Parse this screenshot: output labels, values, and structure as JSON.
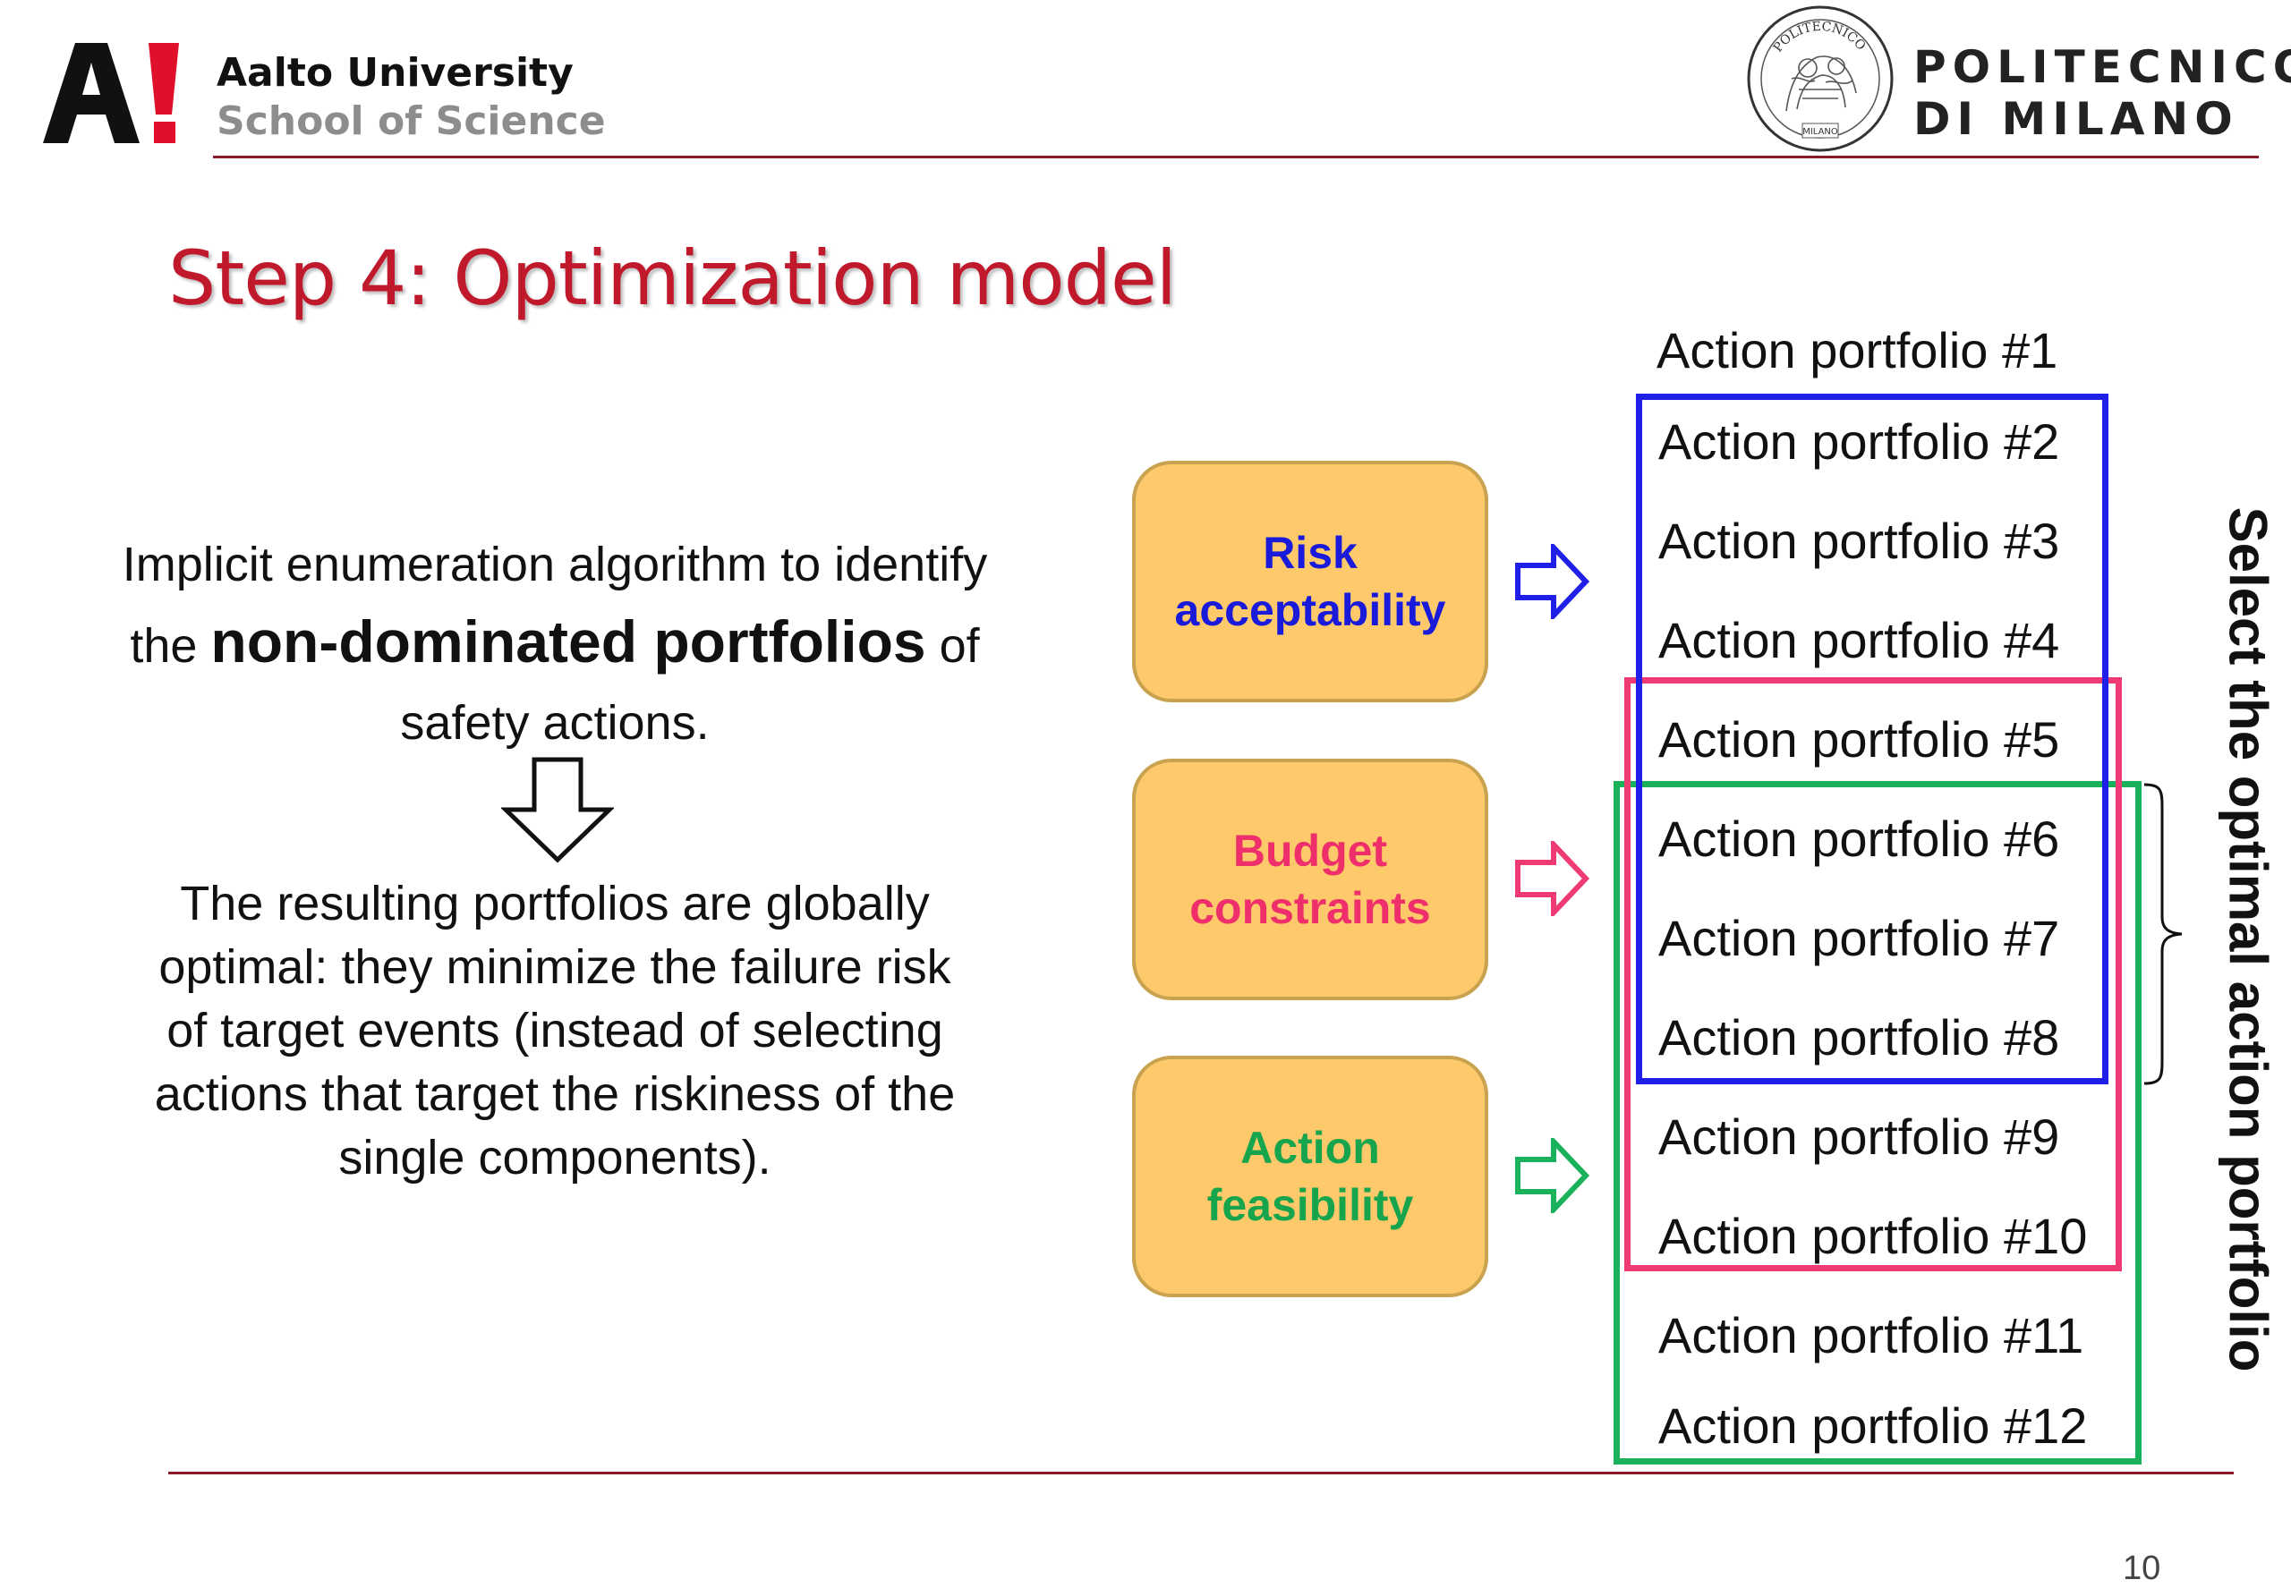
{
  "header": {
    "aalto_name": "Aalto University",
    "aalto_school": "School of Science",
    "polimi_line1": "POLITECNICO",
    "polimi_line2": "DI MILANO",
    "seal_text_top": "POLITECNICO",
    "seal_text_bottom": "MILANO"
  },
  "title": "Step 4: Optimization model",
  "left": {
    "intro_pre": "Implicit enumeration algorithm to identify the ",
    "intro_bold": "non-dominated portfolios",
    "intro_post": " of safety actions.",
    "result": "The resulting portfolios are globally optimal: they minimize the failure risk of target events (instead of selecting actions that target the riskiness of the single components)."
  },
  "criteria": {
    "risk": "Risk acceptability",
    "budget": "Budget constraints",
    "action": "Action feasibility"
  },
  "portfolios": [
    "Action portfolio #1",
    "Action portfolio #2",
    "Action portfolio #3",
    "Action portfolio #4",
    "Action portfolio #5",
    "Action portfolio #6",
    "Action portfolio #7",
    "Action portfolio #8",
    "Action portfolio #9",
    "Action portfolio #10",
    "Action portfolio #11",
    "Action portfolio #12"
  ],
  "select_label": "Select the optimal action portfolio",
  "page_number": "10",
  "colors": {
    "title": "#c0192c",
    "risk": "#1f1fe8",
    "budget": "#ee3b74",
    "action": "#19b15a",
    "box_fill": "#fdc96a",
    "rule": "#8b1a2a"
  }
}
